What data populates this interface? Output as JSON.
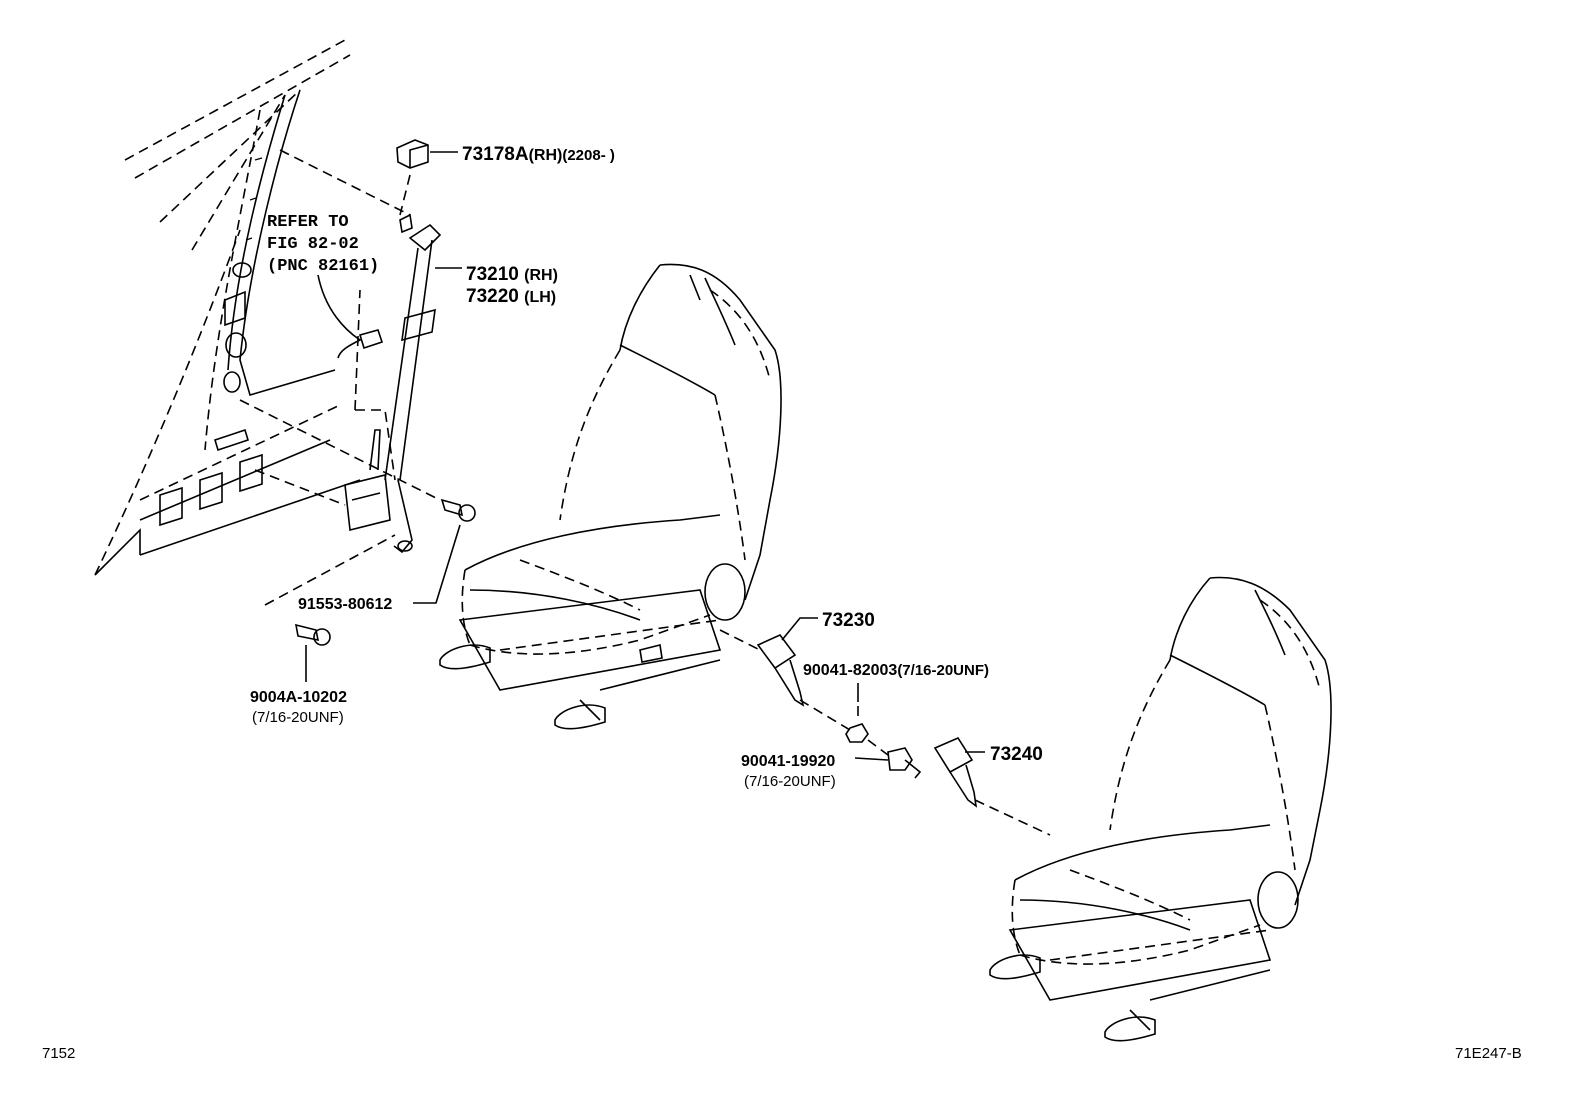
{
  "diagram": {
    "reference_note": [
      "REFER TO",
      "FIG 82-02",
      "(PNC 82161)"
    ],
    "parts": {
      "p73178A": {
        "number": "73178A",
        "qualifier": "(RH)",
        "extra": "(2208-     )"
      },
      "p73210": {
        "number": "73210",
        "qualifier": "(RH)"
      },
      "p73220": {
        "number": "73220",
        "qualifier": "(LH)"
      },
      "p91553": {
        "number": "91553-80612"
      },
      "p9004A": {
        "number": "9004A-10202",
        "spec": "(7/16-20UNF)"
      },
      "p73230": {
        "number": "73230"
      },
      "p90041_82003": {
        "number": "90041-82003",
        "spec": "(7/16-20UNF)"
      },
      "p90041_19920": {
        "number": "90041-19920",
        "spec": "(7/16-20UNF)"
      },
      "p73240": {
        "number": "73240"
      }
    },
    "footer": {
      "left": "7152",
      "right": "71E247-B"
    }
  }
}
